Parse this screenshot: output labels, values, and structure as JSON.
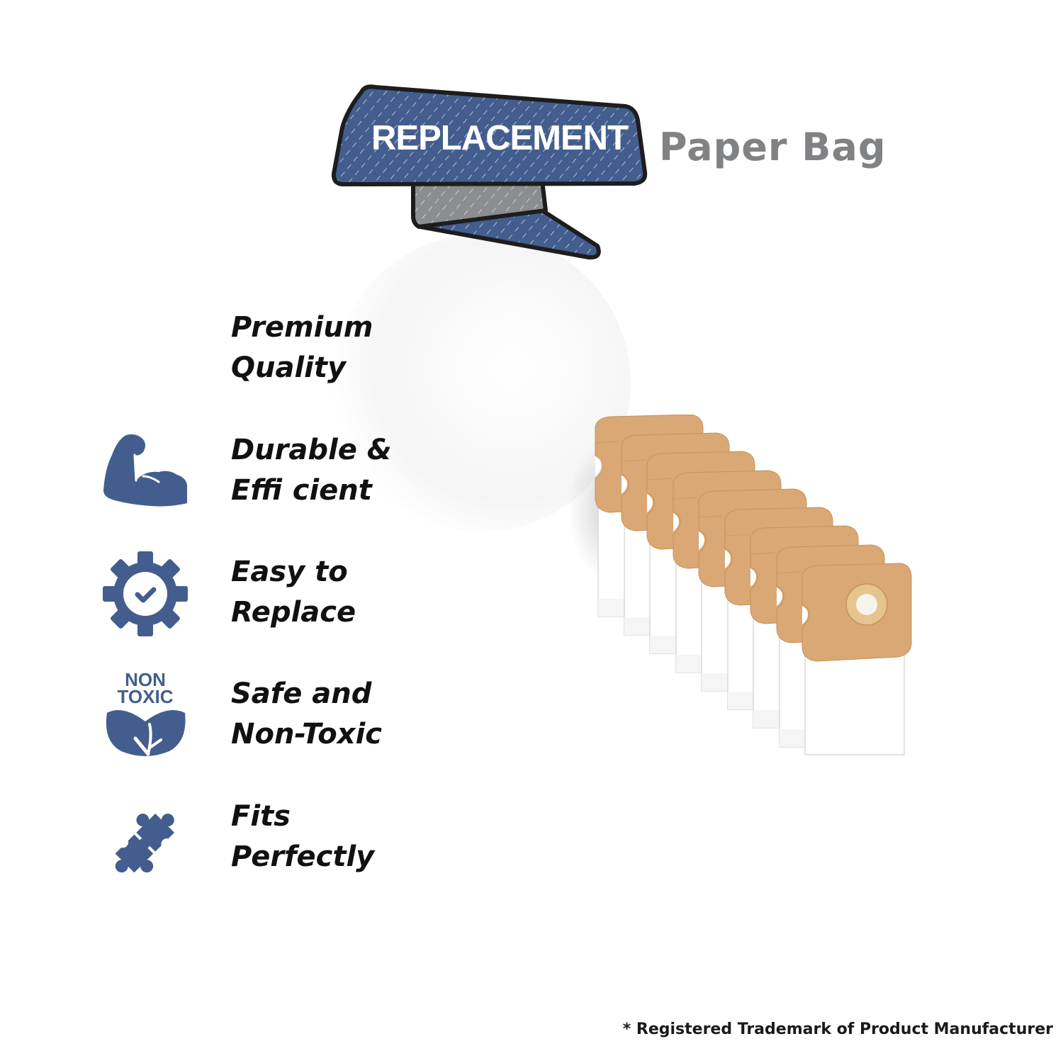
{
  "header": {
    "banner_label": "REPLACEMENT",
    "subtitle": "Paper Bag"
  },
  "colors": {
    "brand_blue": "#435E8E",
    "banner_fold_gray": "#8C8D90",
    "subtitle_gray": "#808285",
    "bag_kraft": "#D9A874",
    "text_dark": "#111111"
  },
  "features": [
    {
      "icon": "none",
      "line1": "Premium",
      "line2": "Quality"
    },
    {
      "icon": "flexed-arm-icon",
      "line1": "Durable &",
      "line2": "Effi cient"
    },
    {
      "icon": "gear-check-icon",
      "line1": "Easy to",
      "line2": "Replace"
    },
    {
      "icon": "non-toxic-leaf-icon",
      "line1": "Safe and",
      "line2": "Non-Toxic",
      "icon_text_1": "NON",
      "icon_text_2": "TOXIC"
    },
    {
      "icon": "puzzle-icon",
      "line1": "Fits",
      "line2": "Perfectly"
    }
  ],
  "product": {
    "description": "Stack of 9 vacuum paper bags with kraft cardboard collars",
    "bag_count": 9
  },
  "footnote": "* Registered Trademark of Product Manufacturer"
}
